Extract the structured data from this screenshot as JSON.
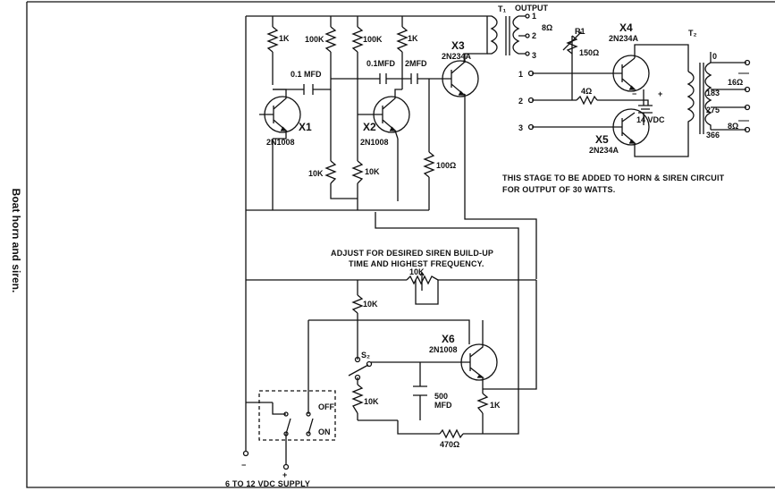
{
  "side_title": "Boat horn and siren.",
  "labels": {
    "r1k_top": "1K",
    "r100k_a": "100K",
    "r100k_b": "100K",
    "r1k_top2": "1K",
    "c01_a": "0.1 MFD",
    "c01_b": "0.1MFD",
    "c2": "2MFD",
    "x1": "X1",
    "x1_part": "2N1008",
    "x2": "X2",
    "x2_part": "2N1008",
    "x3": "X3",
    "x3_part": "2N234A",
    "r10k_a": "10K",
    "r10k_b": "10K",
    "r100": "100Ω",
    "t1": "T₁",
    "output": "OUTPUT",
    "o1": "1",
    "o2": "2",
    "o3": "3",
    "eight_a": "8Ω",
    "r1": "R1",
    "r150": "150Ω",
    "x4": "X4",
    "x4_part": "2N234A",
    "t2": "T₂",
    "in1": "1",
    "in2": "2",
    "in3": "3",
    "r4": "4Ω",
    "minus": "−",
    "plus": "+",
    "vdc14": "14 VDC",
    "x5": "X5",
    "x5_part": "2N234A",
    "tap0": "0",
    "tap183": "183",
    "tap275": "275",
    "tap366": "366",
    "ohm16": "16Ω",
    "ohm8": "8Ω",
    "stage_note_1": "THIS STAGE TO BE ADDED  TO HORN & SIREN CIRCUIT",
    "stage_note_2": "FOR OUTPUT OF 30 WATTS.",
    "adjust_1": "ADJUST FOR DESIRED SIREN BUILD-UP",
    "adjust_2": "TIME AND HIGHEST FREQUENCY.",
    "r10k_pot": "10K",
    "r10k_c": "10K",
    "s2": "S₂",
    "r10k_d": "10K",
    "x6": "X6",
    "x6_part": "2N1008",
    "c500_1": "500",
    "c500_2": "MFD",
    "r1k_b": "1K",
    "r470": "470Ω",
    "off": "OFF",
    "on": "ON",
    "sup_minus": "−",
    "sup_plus": "+",
    "supply": "6 TO 12 VDC SUPPLY"
  }
}
